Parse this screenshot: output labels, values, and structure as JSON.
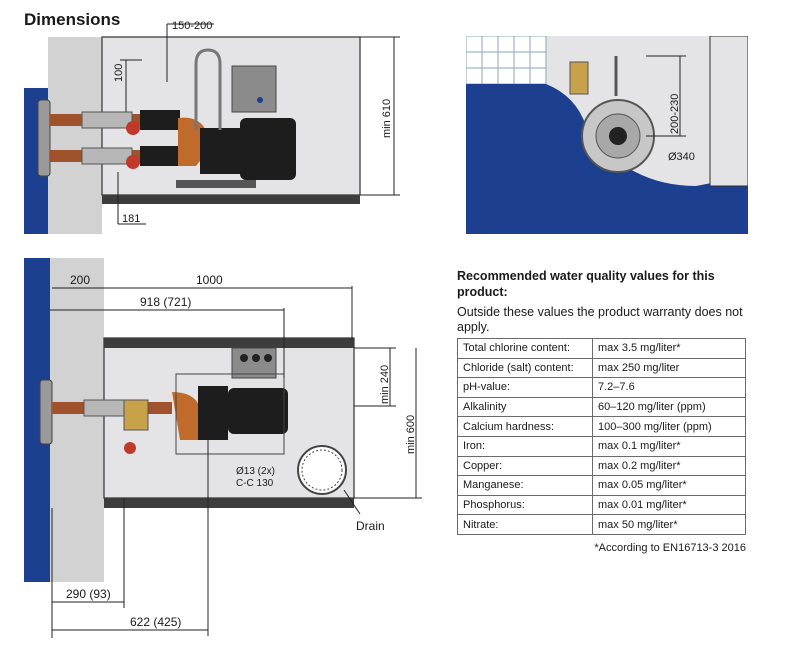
{
  "heading": "Dimensions",
  "top_side_view": {
    "dim_top": "150-200",
    "dim_left": "100",
    "dim_height": "min 610",
    "dim_bottom": "181"
  },
  "top_right_view": {
    "dim_height": "200-230",
    "dim_diameter": "Ø340"
  },
  "plan_view": {
    "dim_wall": "200",
    "dim_total": "1000",
    "dim_pump": "918 (721)",
    "dim_box": "min 240",
    "dim_height": "min 600",
    "bolt_label_1": "Ø13 (2x)",
    "bolt_label_2": "C-C 130",
    "drain_label": "Drain",
    "dim_bottom_1": "290 (93)",
    "dim_bottom_2": "622 (425)"
  },
  "quality": {
    "title": "Recommended water quality values for this product:",
    "note": "Outside these values the product warranty does not apply.",
    "rows": [
      {
        "parameter": "Total chlorine content:",
        "value": "max 3.5 mg/liter*"
      },
      {
        "parameter": "Chloride (salt) content:",
        "value": "max 250 mg/liter"
      },
      {
        "parameter": "pH-value:",
        "value": "7.2–7.6"
      },
      {
        "parameter": "Alkalinity",
        "value": "60–120 mg/liter (ppm)"
      },
      {
        "parameter": "Calcium hardness:",
        "value": "100–300 mg/liter (ppm)"
      },
      {
        "parameter": "Iron:",
        "value": "max 0.1 mg/liter*"
      },
      {
        "parameter": "Copper:",
        "value": "max 0.2 mg/liter*"
      },
      {
        "parameter": "Manganese:",
        "value": "max 0.05 mg/liter*"
      },
      {
        "parameter": "Phosphorus:",
        "value": "max 0.01 mg/liter*"
      },
      {
        "parameter": "Nitrate:",
        "value": "max 50 mg/liter*"
      }
    ],
    "footnote": "*According to EN16713-3 2016"
  },
  "colors": {
    "pool_water": "#1c3f8f",
    "wall_concrete": "#d2d2d2",
    "room_fill": "#e4e4e6",
    "pump_body": "#1d1d1d",
    "pipe_copper": "#a0522d",
    "valve_red": "#c0392b"
  }
}
